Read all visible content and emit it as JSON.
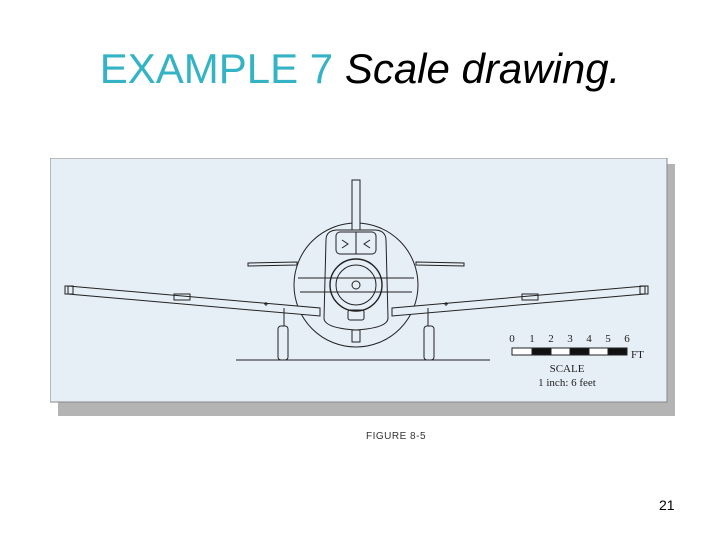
{
  "slide": {
    "title_prefix": "EXAMPLE 7",
    "title_main": "Scale drawing.",
    "page_number": "21"
  },
  "figure": {
    "caption": "FIGURE 8-5",
    "scale_ticks": [
      "0",
      "1",
      "2",
      "3",
      "4",
      "5",
      "6"
    ],
    "scale_unit": "FT",
    "scale_title": "SCALE",
    "scale_ratio": "1 inch: 6 feet",
    "panel_color": "#e6eef6",
    "line_color": "#222222"
  }
}
